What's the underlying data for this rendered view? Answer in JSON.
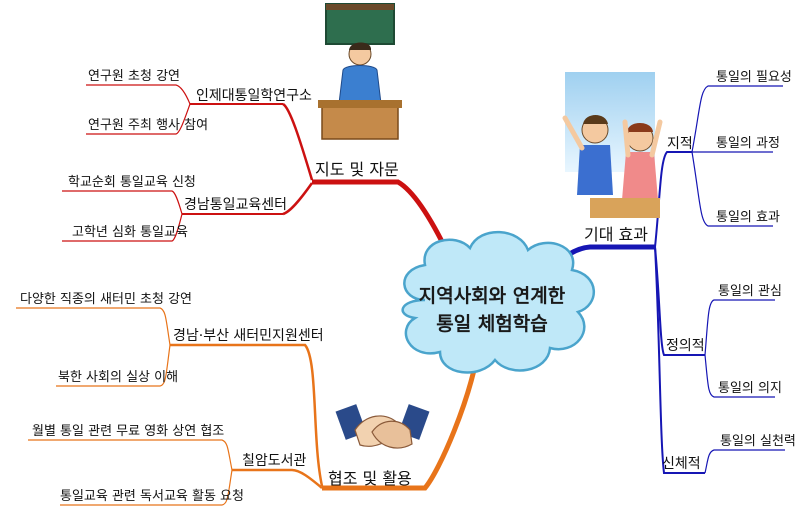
{
  "center_topic": [
    "지역사회와 연계한",
    "통일 체험학습"
  ],
  "branches": {
    "guidance": {
      "label": "지도 및 자문",
      "color": "#cc1111",
      "children": [
        {
          "label": "인제대통일학연구소",
          "items": [
            "연구원 초청 강연",
            "연구원 주최 행사 참여"
          ]
        },
        {
          "label": "경남통일교육센터",
          "items": [
            "학교순회 통일교육 신청",
            "고학년 심화 통일교육"
          ]
        }
      ]
    },
    "cooperation": {
      "label": "협조 및 활용",
      "color": "#e8741a",
      "children": [
        {
          "label": "경남·부산 새터민지원센터",
          "items": [
            "다양한 직종의 새터민 초청 강연",
            "북한 사회의 실상 이해"
          ]
        },
        {
          "label": "칠암도서관",
          "items": [
            "월별 통일 관련 무료 영화 상연 협조",
            "통일교육 관련 독서교육 활동 요청"
          ]
        }
      ]
    },
    "effects": {
      "label": "기대 효과",
      "color": "#1616b4",
      "children": [
        {
          "label": "지적",
          "items": [
            "통일의 필요성",
            "통일의 과정",
            "통일의 효과"
          ]
        },
        {
          "label": "정의적",
          "items": [
            "통일의 관심",
            "통일의 의지"
          ]
        },
        {
          "label": "신체적",
          "items": [
            "통일의 실천력"
          ]
        }
      ]
    }
  },
  "cloud_fill": "#bfe8f8",
  "cloud_stroke": "#4aa4cc"
}
